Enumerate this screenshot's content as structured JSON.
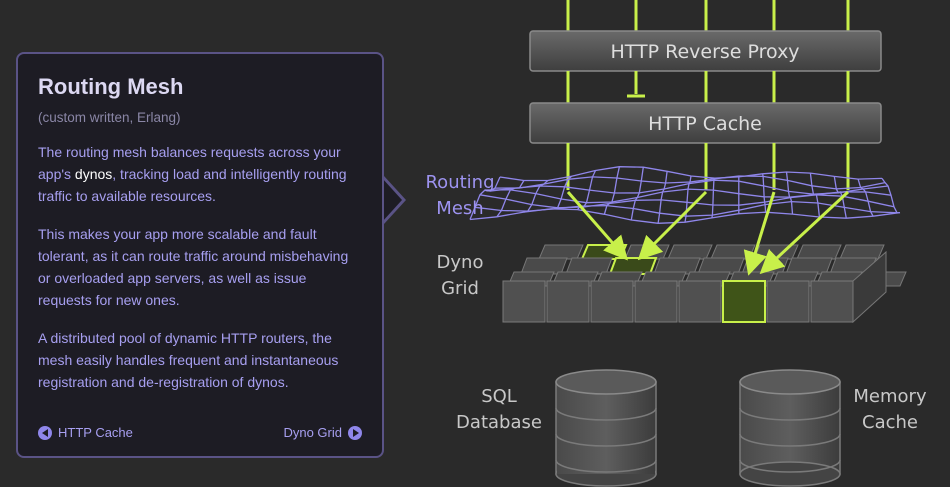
{
  "panel": {
    "title": "Routing Mesh",
    "subtitle": "(custom written, Erlang)",
    "para1_before": "The routing mesh balances requests across your app's ",
    "para1_highlight": "dynos",
    "para1_after": ", tracking load and intelligently routing traffic to available resources.",
    "para2": "This makes your app more scalable and fault tolerant, as it can route traffic around misbehaving or overloaded app servers, as well as issue requests for new ones.",
    "para3": "A distributed pool of dynamic HTTP routers, the mesh easily handles frequent and instantaneous registration and de-registration of dynos.",
    "prev_label": "HTTP Cache",
    "next_label": "Dyno Grid"
  },
  "diagram": {
    "proxy_label": "HTTP Reverse Proxy",
    "cache_label": "HTTP Cache",
    "routing_mesh_label": [
      "Routing",
      "Mesh"
    ],
    "dyno_grid_label": [
      "Dyno",
      "Grid"
    ],
    "sql_label": [
      "SQL",
      "Database"
    ],
    "memory_label": [
      "Memory",
      "Cache"
    ]
  },
  "colors": {
    "accent_green": "#c8f04a",
    "mesh_purple": "#8f86ea",
    "panel_bg": "#1d1c24",
    "panel_border": "#5a5386",
    "text_highlight": "#ffffff"
  },
  "icons": [
    "chevron-left-icon",
    "chevron-right-icon"
  ]
}
